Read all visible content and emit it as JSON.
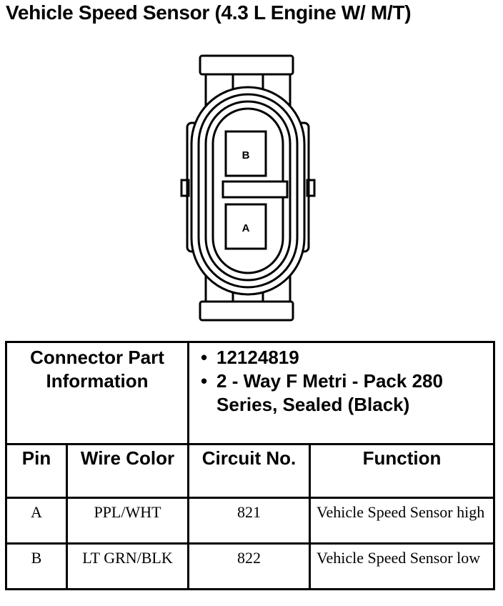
{
  "title": "Vehicle Speed Sensor (4.3 L Engine W/ M/T)",
  "connector": {
    "pin_labels": [
      "B",
      "A"
    ]
  },
  "part_info": {
    "label": "Connector Part Information",
    "items": [
      "12124819",
      "2 - Way F Metri - Pack 280 Series, Sealed (Black)"
    ]
  },
  "table": {
    "headers": [
      "Pin",
      "Wire Color",
      "Circuit No.",
      "Function"
    ],
    "rows": [
      {
        "pin": "A",
        "wire_color": "PPL/WHT",
        "circuit": "821",
        "function": "Vehicle Speed Sensor high"
      },
      {
        "pin": "B",
        "wire_color": "LT GRN/BLK",
        "circuit": "822",
        "function": "Vehicle Speed Sensor low"
      }
    ]
  }
}
